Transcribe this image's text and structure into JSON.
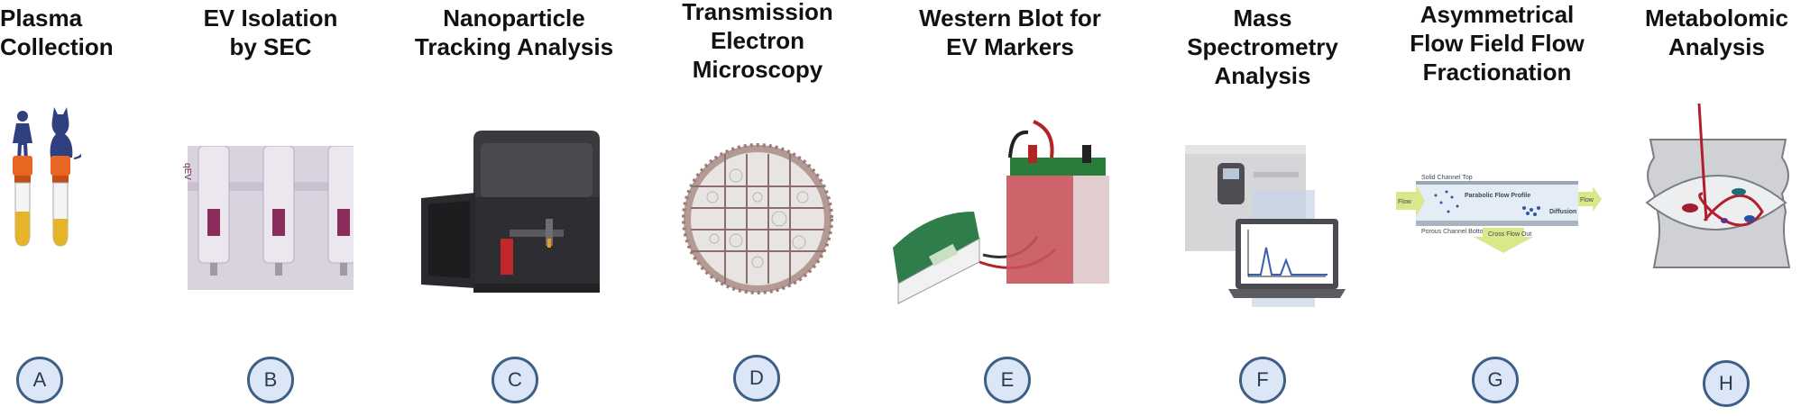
{
  "steps": [
    {
      "letter": "A",
      "title_lines": [
        "Plasma",
        "Collection"
      ],
      "icon": "plasma-collection-illustration"
    },
    {
      "letter": "B",
      "title_lines": [
        "EV Isolation",
        "by SEC"
      ],
      "icon": "sec-columns-photo"
    },
    {
      "letter": "C",
      "title_lines": [
        "Nanoparticle",
        "Tracking Analysis"
      ],
      "icon": "nta-instrument-illustration"
    },
    {
      "letter": "D",
      "title_lines": [
        "Transmission",
        "Electron",
        "Microscopy"
      ],
      "icon": "tem-grid-illustration"
    },
    {
      "letter": "E",
      "title_lines": [
        "Western Blot for",
        "EV Markers"
      ],
      "icon": "western-blot-apparatus-illustration"
    },
    {
      "letter": "F",
      "title_lines": [
        "Mass",
        "Spectrometry",
        "Analysis"
      ],
      "icon": "mass-spectrometer-illustration"
    },
    {
      "letter": "G",
      "title_lines": [
        "Asymmetrical",
        "Flow Field Flow",
        "Fractionation"
      ],
      "icon": "af4-channel-diagram"
    },
    {
      "letter": "H",
      "title_lines": [
        "Metabolomic",
        "Analysis"
      ],
      "icon": "metabolomic-illustration"
    }
  ],
  "af4_labels": {
    "channel_top": "Solid Channel Top",
    "profile": "Parabolic Flow Profile",
    "flow": "Flow",
    "diffusion": "Diffusion",
    "bottom": "Porous Channel Bottom",
    "cross_flow": "Cross Flow Out"
  },
  "sec_label": "qEV",
  "colors": {
    "badge_border": "#3d5f86",
    "badge_fill": "#dbe7f7",
    "title": "#111111"
  }
}
